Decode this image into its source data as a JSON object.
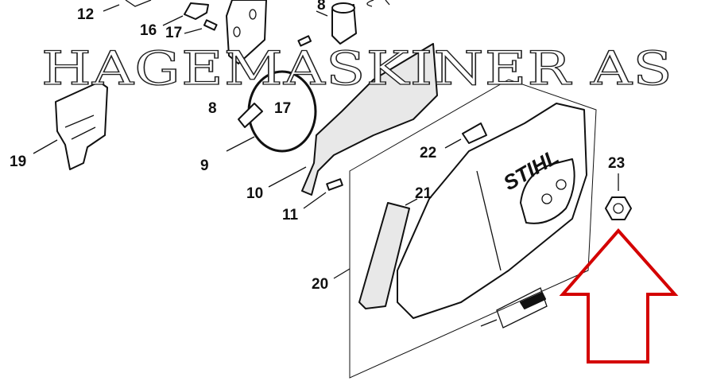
{
  "diagram": {
    "callouts": [
      "12",
      "16",
      "17",
      "8",
      "8",
      "17",
      "19",
      "9",
      "10",
      "11",
      "22",
      "21",
      "20",
      "23"
    ],
    "brand_logo": "STIHL",
    "watermark": "HAGEMASKINER AS",
    "highlighted_part": "23",
    "arrow_color": "#d40000"
  }
}
